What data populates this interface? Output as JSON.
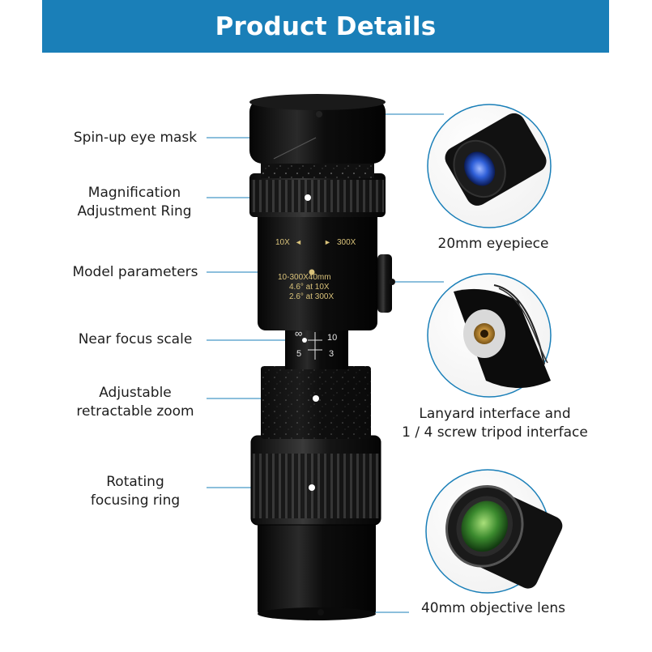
{
  "header": {
    "title": "Product Details"
  },
  "callouts": {
    "eye_mask": "Spin-up eye mask",
    "magnification_1": "Magnification",
    "magnification_2": "Adjustment Ring",
    "model_params": "Model parameters",
    "near_focus": "Near focus scale",
    "zoom_1": "Adjustable",
    "zoom_2": "retractable zoom",
    "focusing_1": "Rotating",
    "focusing_2": "focusing ring",
    "eyepiece": "20mm eyepiece",
    "lanyard_1": "Lanyard interface and",
    "lanyard_2": "1 / 4 screw tripod interface",
    "objective": "40mm objective lens"
  },
  "product_print": {
    "mag_low": "10X",
    "mag_high": "300X",
    "spec_1": "10-300X40mm",
    "spec_2": "4.6° at 10X",
    "spec_3": "2.6° at 300X",
    "scale_inf": "∞",
    "scale_10": "10",
    "scale_5": "5",
    "scale_3": "3"
  },
  "colors": {
    "banner": "#1a7fb8",
    "leader": "#1a7fb8",
    "body": "#111111",
    "print_gold": "#d9c27a",
    "lens_blue": "#2f5fd8",
    "lens_green": "#3b8a2e"
  }
}
